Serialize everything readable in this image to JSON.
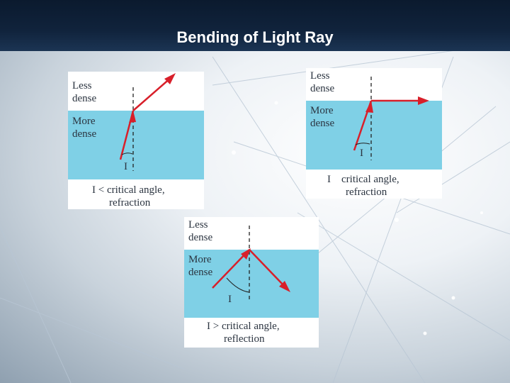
{
  "slide": {
    "title": "Bending of Light Ray"
  },
  "colors": {
    "dense_medium": "#7fd0e6",
    "ray": "#d81f2a",
    "title_bar": "#0f2138"
  },
  "panels": [
    {
      "upper_label_1": "Less",
      "upper_label_2": "dense",
      "lower_label_1": "More",
      "lower_label_2": "dense",
      "angle_label": "I",
      "caption_1": "I < critical angle,",
      "caption_2": "refraction"
    },
    {
      "upper_label_1": "Less",
      "upper_label_2": "dense",
      "lower_label_1": "More",
      "lower_label_2": "dense",
      "angle_label": "I",
      "caption_1": "I    critical angle,",
      "caption_2": "refraction"
    },
    {
      "upper_label_1": "Less",
      "upper_label_2": "dense",
      "lower_label_1": "More",
      "lower_label_2": "dense",
      "angle_label": "I",
      "caption_1": "I > critical angle,",
      "caption_2": "reflection"
    }
  ]
}
